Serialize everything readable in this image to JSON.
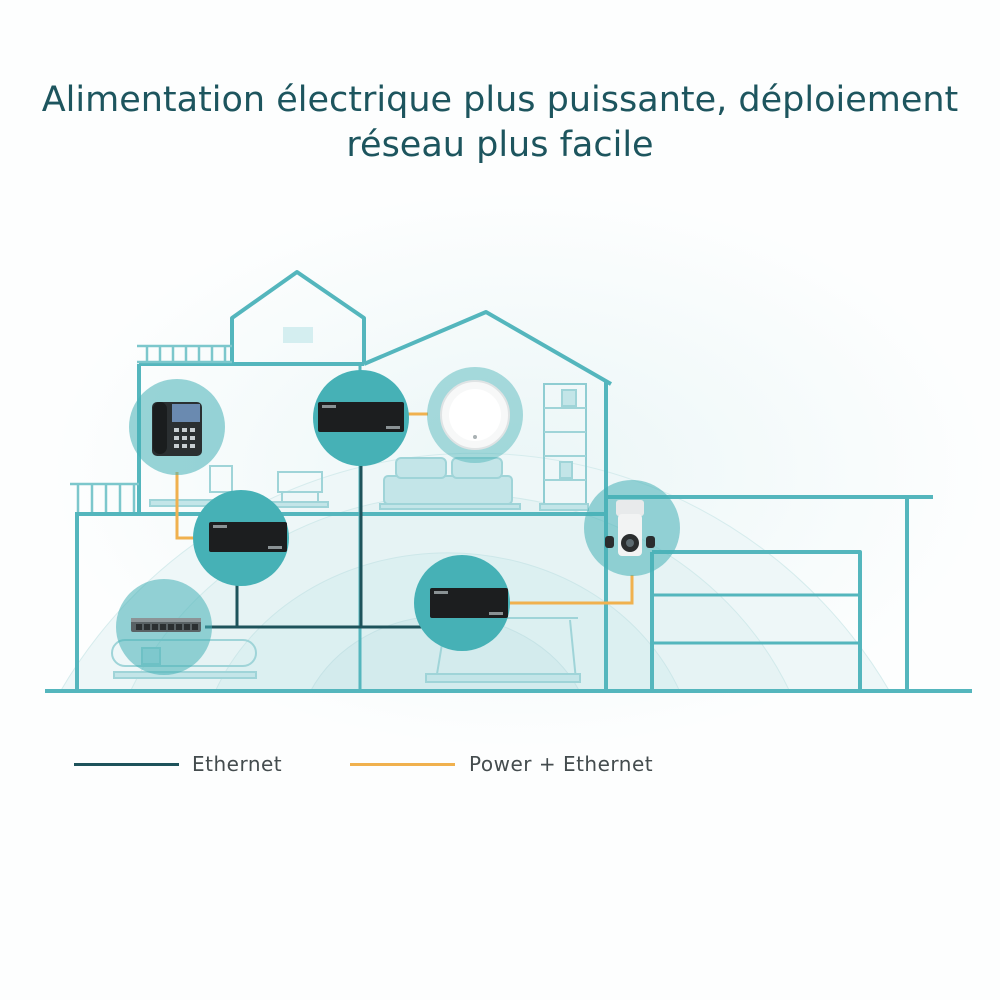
{
  "title": {
    "line1": "Alimentation électrique plus puissante, déploiement",
    "line2": "réseau plus facile"
  },
  "legend": [
    {
      "label": "Ethernet",
      "color": "#1e535b"
    },
    {
      "label": "Power + Ethernet",
      "color": "#f0b14e"
    }
  ],
  "colors": {
    "house": "#54b6bd",
    "device_circle": "#46b1b6",
    "coverage": "#e4f3f4"
  }
}
